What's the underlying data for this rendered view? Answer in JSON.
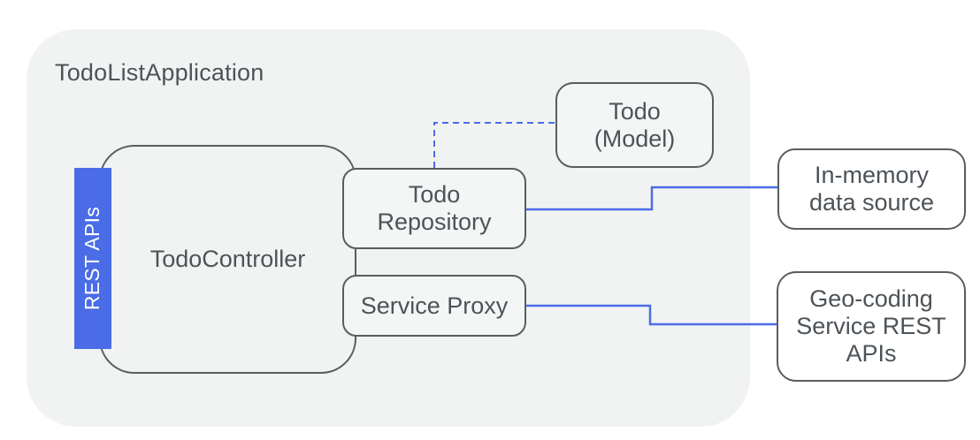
{
  "container": {
    "title": "TodoListApplication"
  },
  "nodes": {
    "controller": {
      "label": "TodoController"
    },
    "rest_apis": {
      "label": "REST APIs"
    },
    "repository": {
      "lines": [
        "Todo",
        "Repository"
      ]
    },
    "service_proxy": {
      "label": "Service Proxy"
    },
    "model": {
      "lines": [
        "Todo",
        "(Model)"
      ]
    },
    "in_memory": {
      "lines": [
        "In-memory",
        "data source"
      ]
    },
    "geocoding": {
      "lines": [
        "Geo-coding",
        "Service REST",
        "APIs"
      ]
    }
  },
  "connections": [
    {
      "from": "todo-repository",
      "to": "todo-model",
      "style": "dashed"
    },
    {
      "from": "todo-repository",
      "to": "in-memory-data-source",
      "style": "solid"
    },
    {
      "from": "service-proxy",
      "to": "geocoding-service-rest-apis",
      "style": "solid"
    }
  ],
  "colors": {
    "accent_blue": "#4a6ce6",
    "border_gray": "#595d5f",
    "text_gray": "#4d5358",
    "container_fill": "#f1f3f3",
    "inner_box_fill": "#f4f6f6",
    "outer_box_fill": "#ffffff"
  }
}
